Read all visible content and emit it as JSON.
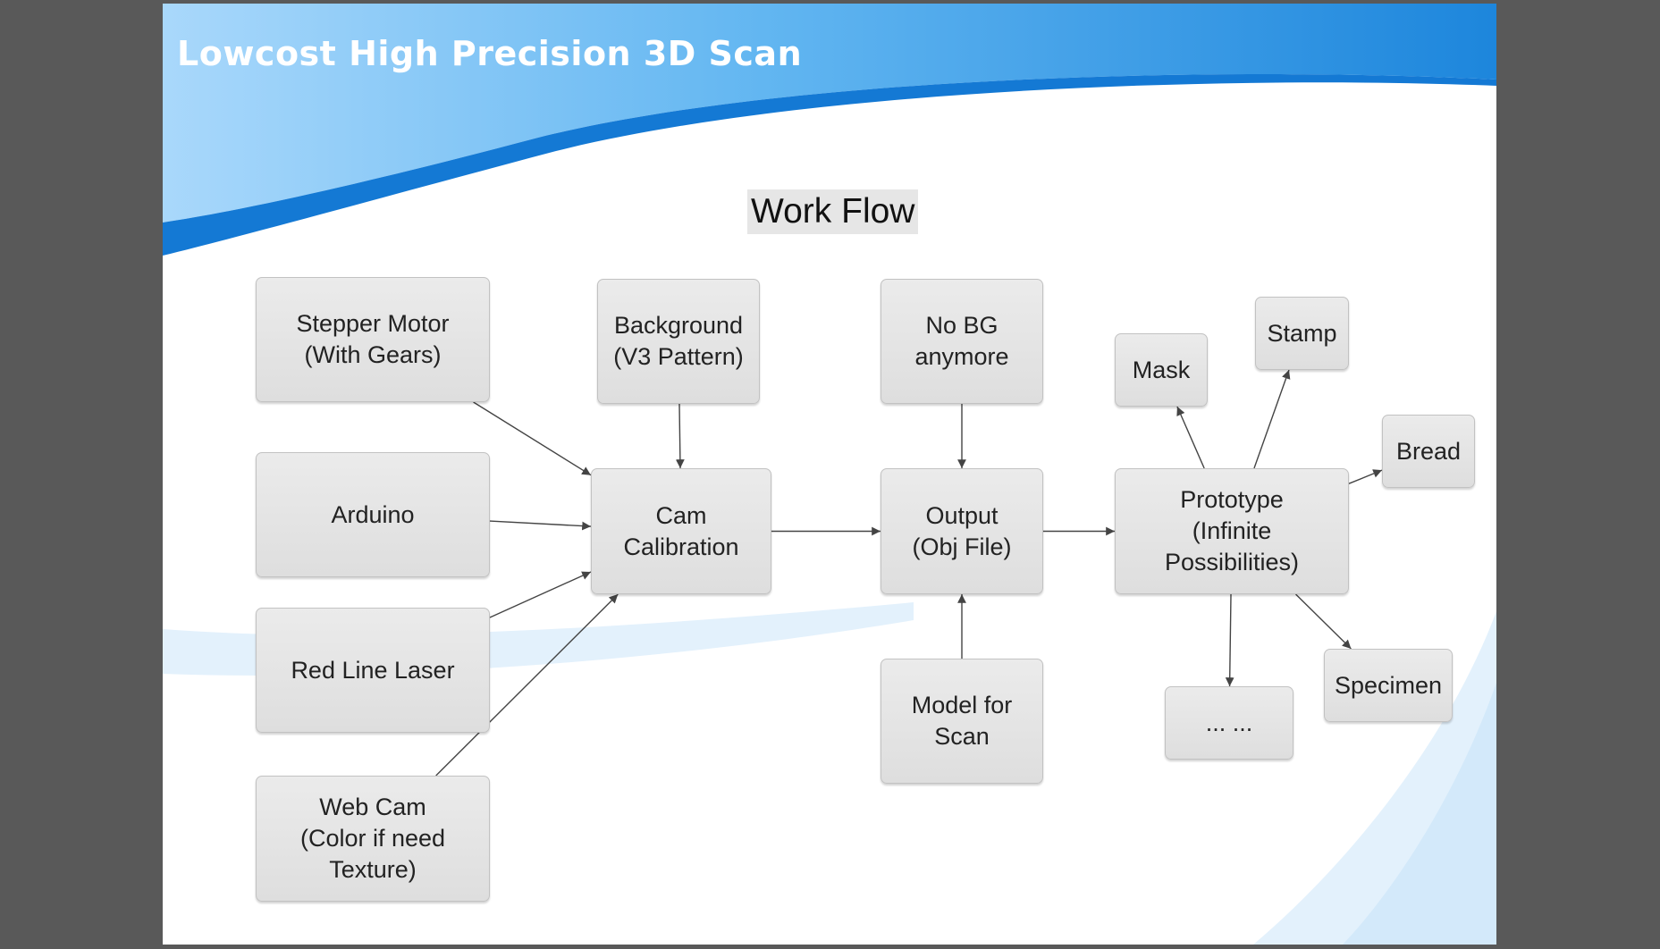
{
  "slide": {
    "title": "Lowcost High Precision 3D Scan",
    "heading": "Work Flow"
  },
  "colors": {
    "banner_light": "#a9d8fb",
    "banner_mid": "#4ea9ec",
    "banner_dark": "#1479d4",
    "swoosh_pale": "#e3f1fc",
    "node_fill": "#e2e2e2",
    "node_border": "#c2c2c2",
    "edge": "#444444",
    "frame": "#595959"
  },
  "nodes": {
    "stepper_motor": "Stepper Motor\n(With Gears)",
    "arduino": "Arduino",
    "red_line_laser": "Red Line Laser",
    "web_cam": "Web Cam\n(Color if need\nTexture)",
    "background": "Background\n(V3 Pattern)",
    "cam_calibration": "Cam\nCalibration",
    "no_bg": "No BG\nanymore",
    "output": "Output\n(Obj File)",
    "model_for_scan": "Model for\nScan",
    "prototype": "Prototype\n(Infinite\nPossibilities)",
    "mask": "Mask",
    "stamp": "Stamp",
    "bread": "Bread",
    "specimen": "Specimen",
    "more": "... ..."
  },
  "edges": [
    {
      "from": "stepper_motor",
      "to": "cam_calibration"
    },
    {
      "from": "arduino",
      "to": "cam_calibration"
    },
    {
      "from": "red_line_laser",
      "to": "cam_calibration"
    },
    {
      "from": "web_cam",
      "to": "cam_calibration"
    },
    {
      "from": "background",
      "to": "cam_calibration"
    },
    {
      "from": "cam_calibration",
      "to": "output"
    },
    {
      "from": "no_bg",
      "to": "output"
    },
    {
      "from": "model_for_scan",
      "to": "output"
    },
    {
      "from": "output",
      "to": "prototype"
    },
    {
      "from": "prototype",
      "to": "mask"
    },
    {
      "from": "prototype",
      "to": "stamp"
    },
    {
      "from": "prototype",
      "to": "bread"
    },
    {
      "from": "prototype",
      "to": "specimen"
    },
    {
      "from": "prototype",
      "to": "more"
    }
  ]
}
